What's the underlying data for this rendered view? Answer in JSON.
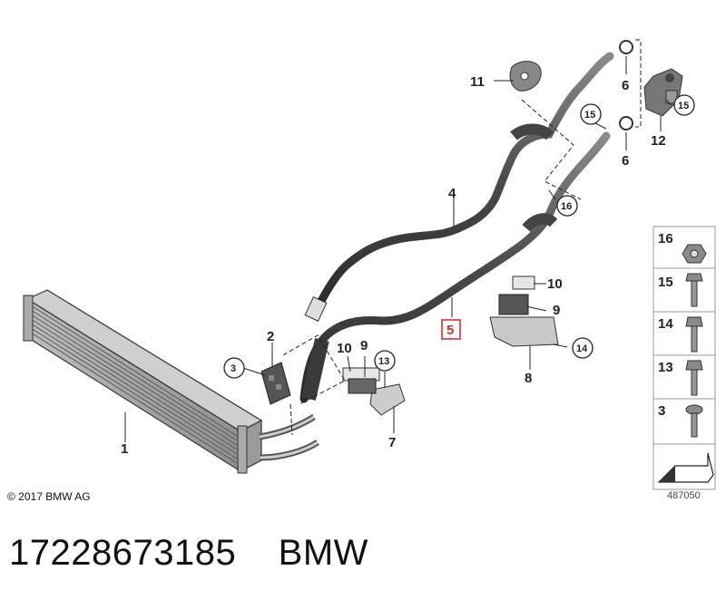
{
  "callouts": {
    "c1": "1",
    "c2": "2",
    "c3": "3",
    "c4": "4",
    "c5": "5",
    "c6a": "6",
    "c6b": "6",
    "c7": "7",
    "c8": "8",
    "c9a": "9",
    "c9b": "9",
    "c10a": "10",
    "c10b": "10",
    "c11": "11",
    "c12": "12",
    "c13": "13",
    "c14": "14",
    "c15a": "15",
    "c15b": "15",
    "c16": "16"
  },
  "legend": [
    "16",
    "15",
    "14",
    "13",
    "3"
  ],
  "copyright": "© 2017 BMW AG",
  "diagram_number": "487050",
  "caption": "17228673185    BMW",
  "colors": {
    "highlight": "#d0342c",
    "line": "#222222",
    "part": "#555555"
  }
}
